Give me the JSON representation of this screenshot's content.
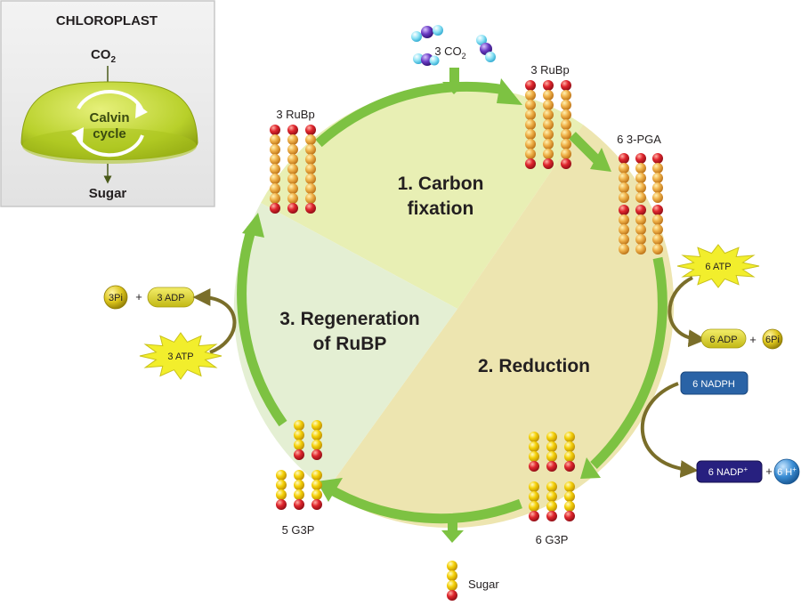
{
  "inset": {
    "title": "CHLOROPLAST",
    "co2_main": "CO",
    "co2_sub": "2",
    "cycle_line1": "Calvin",
    "cycle_line2": "cycle",
    "output": "Sugar"
  },
  "phases": {
    "fixation_line1": "1. Carbon",
    "fixation_line2": "fixation",
    "reduction": "2. Reduction",
    "regen_line1": "3. Regeneration",
    "regen_line2": "of RuBP"
  },
  "molecules": {
    "co2_in_main": "3 CO",
    "co2_in_sub": "2",
    "rubp_top": "3 RuBp",
    "rubp_left": "3 RuBp",
    "pga": "6 3-PGA",
    "g3p_six": "6 G3P",
    "g3p_five": "5 G3P",
    "sugar_out": "Sugar"
  },
  "energy": {
    "atp_six": "6 ATP",
    "adp_six": "6 ADP",
    "pi_six": "6Pi",
    "nadph": "6 NADPH",
    "nadp_main": "6 NADP",
    "nadp_sup": "+",
    "h_main": "6 H",
    "h_sup": "+",
    "atp_three": "3 ATP",
    "adp_three": "3 ADP",
    "pi_three": "3Pi",
    "plus": "+"
  },
  "colors": {
    "cycle_green": "#7dc242",
    "sector_fixation": "#e8efb4",
    "sector_reduction": "#ede5b0",
    "sector_regen": "#e4efd3",
    "carbon_bead": "#e8a33c",
    "phosphate_bead": "#e0262e",
    "g3p_bead": "#f5d20a",
    "co2_blue": "#8fe3f5",
    "co2_purple": "#6a3bc4",
    "atp_star": "#f2ee2c",
    "adp_pill": "#dcd62a",
    "nadph_pill": "#2a63a6",
    "nadp_pill": "#27207f",
    "h_circle": "#3a8dd4",
    "olive_arrow": "#7a6e2a"
  }
}
